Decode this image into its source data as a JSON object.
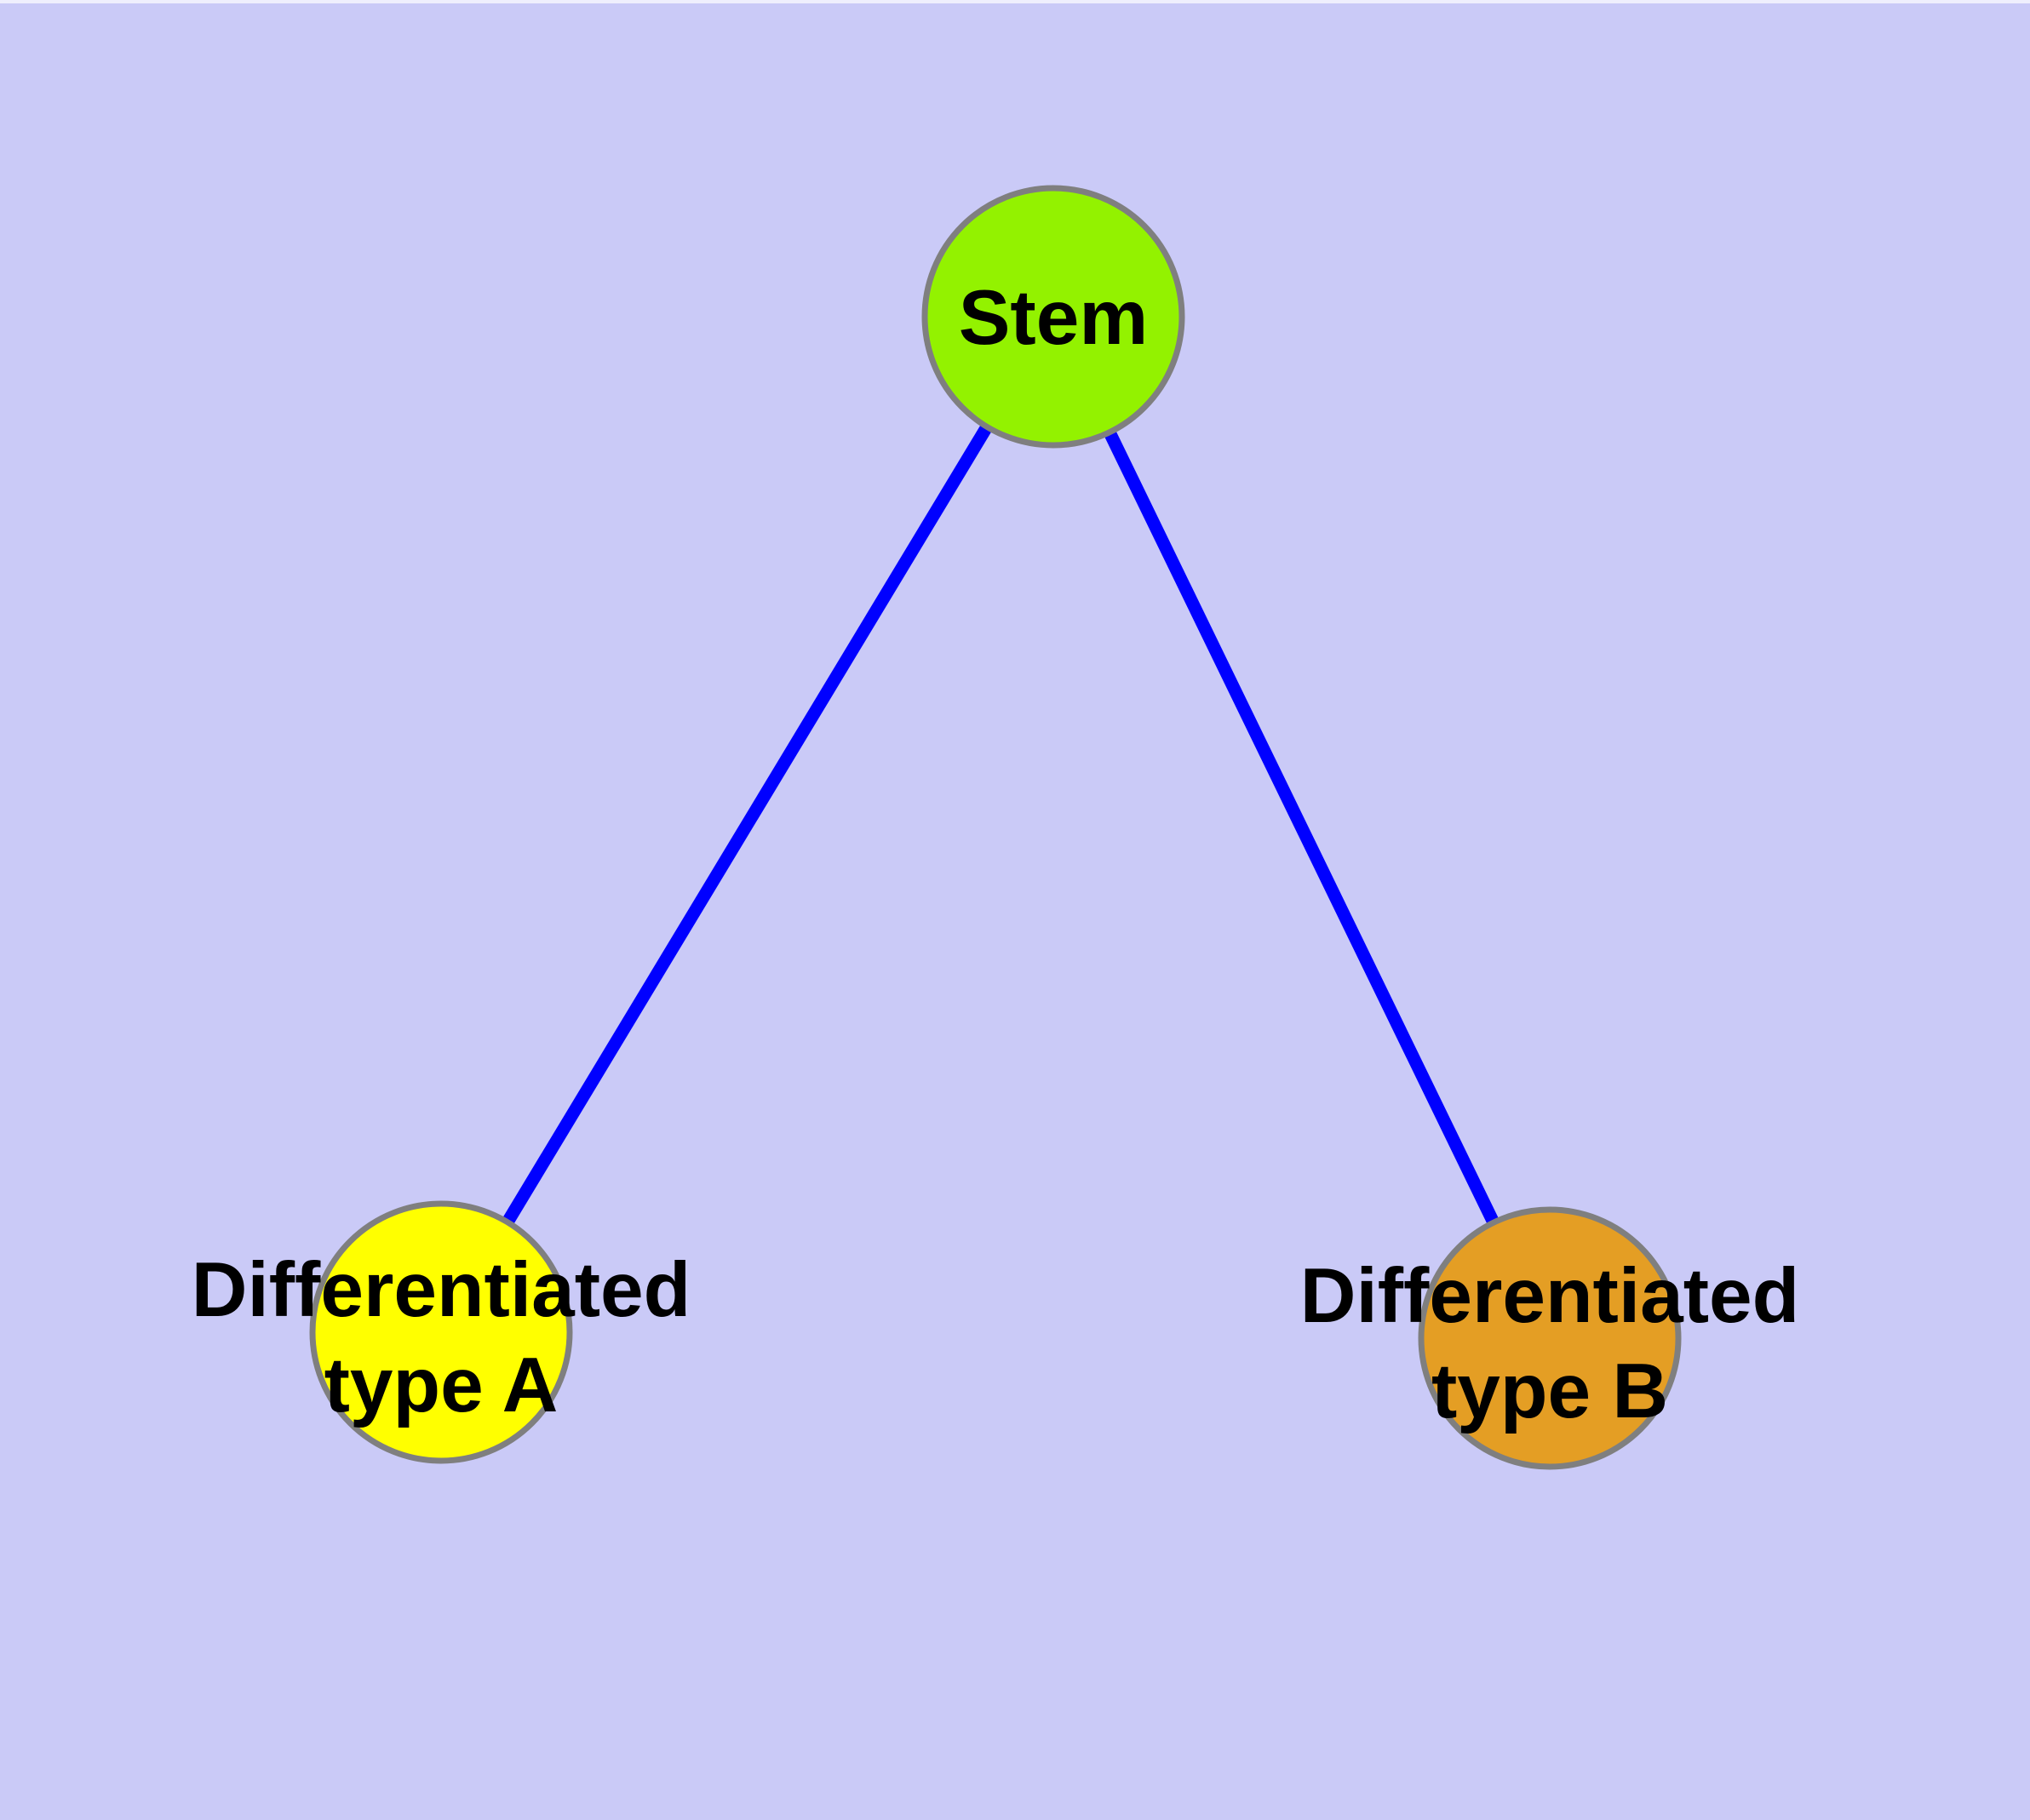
{
  "diagram": {
    "title": "",
    "background_color": "#CACAF7",
    "top_border_color": "#EFEFFD",
    "edge_color": "#0000FF",
    "node_border_color": "#7F7F7F",
    "label_color": "#000000",
    "nodes": [
      {
        "id": "stem",
        "label": "Stem",
        "label_line1": "Stem",
        "label_line2": "",
        "fill": "#93F200"
      },
      {
        "id": "differentiated-type-a",
        "label": "Differentiated type A",
        "label_line1": "Differentiated",
        "label_line2": "type A",
        "fill": "#FFFF00"
      },
      {
        "id": "differentiated-type-b",
        "label": "Differentiated type B",
        "label_line1": "Differentiated",
        "label_line2": "type B",
        "fill": "#E49E24"
      }
    ],
    "edges": [
      {
        "from": "Stem",
        "to": "Differentiated type A"
      },
      {
        "from": "Stem",
        "to": "Differentiated type B"
      }
    ]
  }
}
